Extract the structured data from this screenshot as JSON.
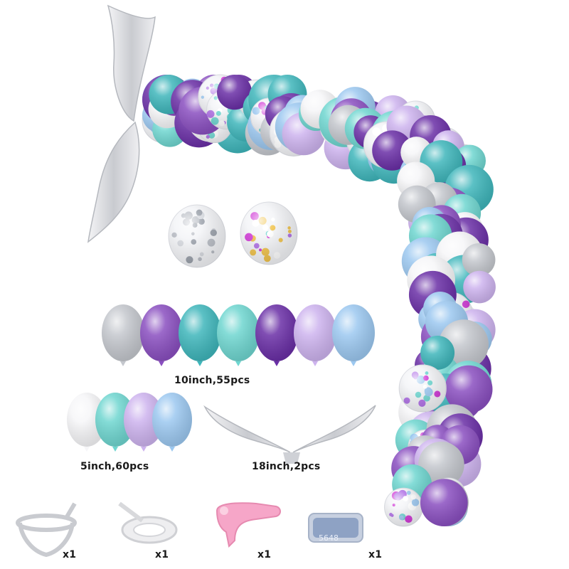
{
  "product": {
    "labels": {
      "size_10": "10inch,55pcs",
      "size_5": "5inch,60pcs",
      "size_18": "18inch,2pcs"
    },
    "accessories": [
      {
        "name": "balloon-strip",
        "qty": "x1"
      },
      {
        "name": "glue-dots",
        "qty": "x1"
      },
      {
        "name": "tie-tool",
        "qty": "x1"
      },
      {
        "name": "ribbon-roll",
        "qty": "x1"
      }
    ]
  },
  "colors": {
    "dark_purple": "#6a2fa6",
    "metal_purple": "#8a4fc0",
    "lilac": "#cdb3ee",
    "light_blue": "#9cc8f0",
    "teal": "#6fd6d0",
    "metal_teal": "#3fb6bb",
    "white": "#f6f6f8",
    "silver": "#c4c7cd"
  }
}
